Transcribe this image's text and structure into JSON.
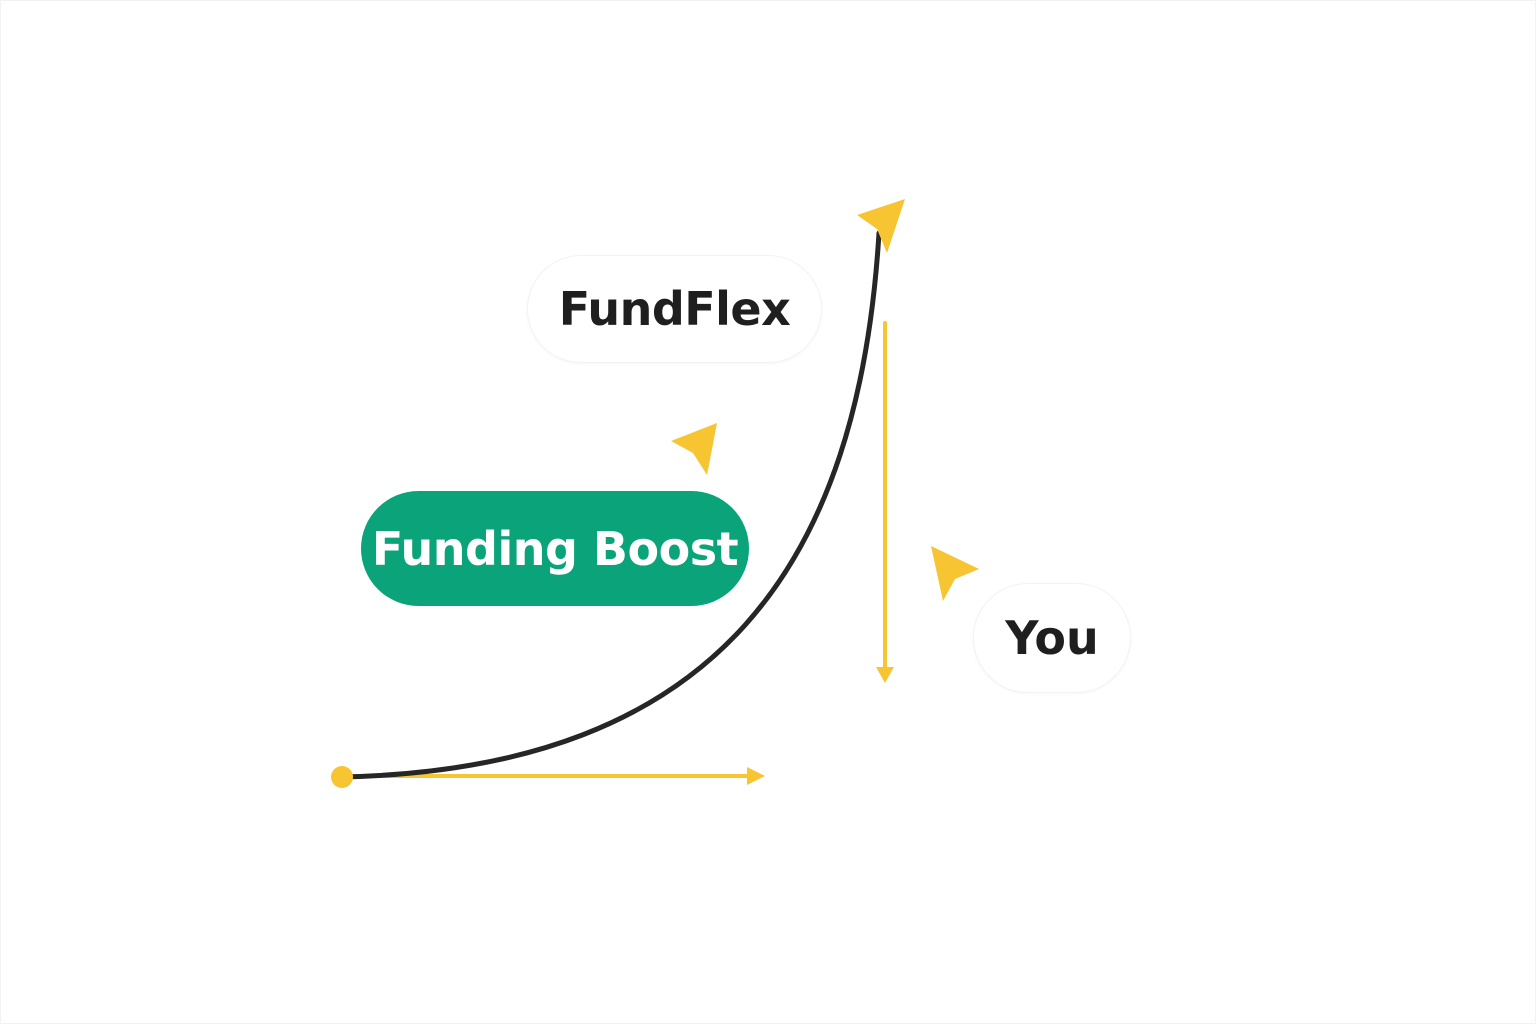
{
  "labels": {
    "fundflex": "FundFlex",
    "funding_boost": "Funding Boost",
    "you": "You"
  },
  "colors": {
    "accent_yellow": "#f7c531",
    "curve": "#262626",
    "boost_green": "#0aa37a",
    "background": "#ffffff",
    "text_dark": "#1f1f1f",
    "text_light": "#ffffff"
  }
}
